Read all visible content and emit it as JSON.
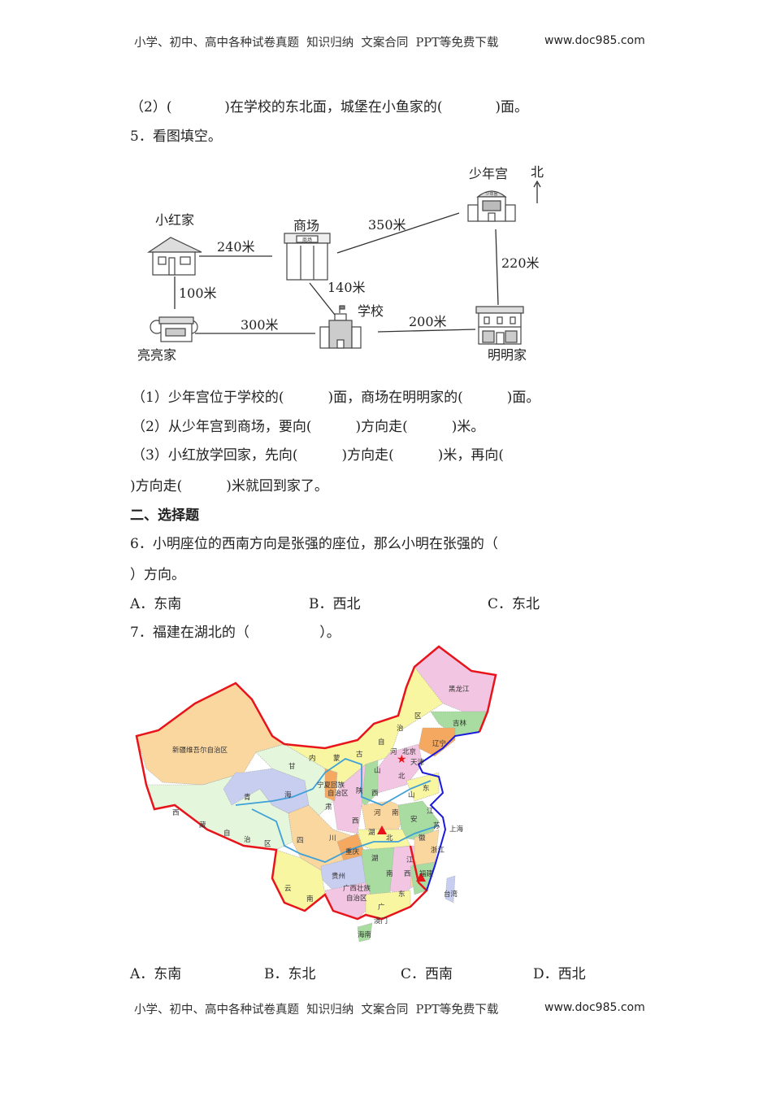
{
  "header": {
    "title": "小学、初中、高中各种试卷真题  知识归纳  文案合同  PPT等免费下载",
    "url": "www.doc985.com"
  },
  "footer": {
    "title": "小学、初中、高中各种试卷真题  知识归纳  文案合同  PPT等免费下载",
    "url": "www.doc985.com"
  },
  "q4_part2": "（2）(            )在学校的东北面，城堡在小鱼家的(            )面。",
  "q5": {
    "title": "5．看图填空。",
    "diagram": {
      "places": {
        "xiaohong": "小红家",
        "shangchang": "商场",
        "shaoniangong": "少年宫",
        "liangliang": "亮亮家",
        "xuexiao": "学校",
        "mingming": "明明家",
        "north": "北"
      },
      "sign_shangchang": "商场",
      "sign_shaoniangong": "少年宫",
      "distances": {
        "xiaohong_shangchang": "240米",
        "shangchang_shaoniangong": "350米",
        "shaoniangong_mingming": "220米",
        "xiaohong_liangliang": "100米",
        "liangliang_xuexiao": "300米",
        "shangchang_xuexiao": "140米",
        "xuexiao_mingming": "200米"
      }
    },
    "sub1": "（1）少年宫位于学校的(          )面，商场在明明家的(          )面。",
    "sub2": "（2）从少年宫到商场，要向(          )方向走(          )米。",
    "sub3a": "（3）小红放学回家，先向(          )方向走(          )米，再向(",
    "sub3b": ")方向走(          )米就回到家了。"
  },
  "section2": "二、选择题",
  "q6": {
    "text_a": "6．小明座位的西南方向是张强的座位，那么小明在张强的（",
    "text_b": "）方向。",
    "options": [
      "A．东南",
      "B．西北",
      "C．东北"
    ]
  },
  "q7": {
    "text": "7．福建在湖北的（                ）。",
    "options": [
      "A．东南",
      "B．东北",
      "C．西南",
      "D．西北"
    ],
    "map_labels": {
      "xinjiang": "新疆维吾尔自治区",
      "xizang1": "西",
      "xizang2": "藏",
      "xizang3": "自",
      "xizang4": "治",
      "xizang5": "区",
      "qinghai1": "青",
      "qinghai2": "海",
      "gansu1": "甘",
      "gansu2": "肃",
      "neimeng1": "内",
      "neimeng2": "蒙",
      "neimeng3": "古",
      "neimeng4": "自",
      "neimeng5": "治",
      "neimeng6": "区",
      "heilongjiang": "黑龙江",
      "jilin": "吉林",
      "liaoning": "辽宁",
      "beijing": "北京",
      "tianjin": "天津",
      "hebei1": "河",
      "hebei2": "北",
      "shanxi1": "山",
      "shanxi2": "西",
      "ningxia1": "宁夏回族",
      "ningxia2": "自治区",
      "shaanxi1": "陕",
      "shaanxi2": "西",
      "shandong1": "东",
      "shandong2": "山",
      "henan1": "河",
      "henan2": "南",
      "jiangsu1": "江",
      "jiangsu2": "苏",
      "shanghai": "上海",
      "anhui1": "安",
      "anhui2": "徽",
      "hubei1": "湖",
      "hubei2": "北",
      "sichuan1": "四",
      "sichuan2": "川",
      "chongqing": "重庆",
      "zhejiang": "浙江",
      "hunan1": "湖",
      "hunan2": "南",
      "jiangxi1": "江",
      "jiangxi2": "西",
      "fujian": "福建",
      "guizhou": "贵州",
      "yunnan1": "云",
      "yunnan2": "南",
      "guangxi1": "广西壮族",
      "guangxi2": "自治区",
      "guangdong1": "广",
      "guangdong2": "东",
      "taiwan": "台湾",
      "aomen": "澳门",
      "hainan": "海南"
    },
    "colors": {
      "border": "#e8141c",
      "sea": "#1a1adf",
      "river": "#3fa0d8",
      "marker": "#e8141c"
    }
  }
}
